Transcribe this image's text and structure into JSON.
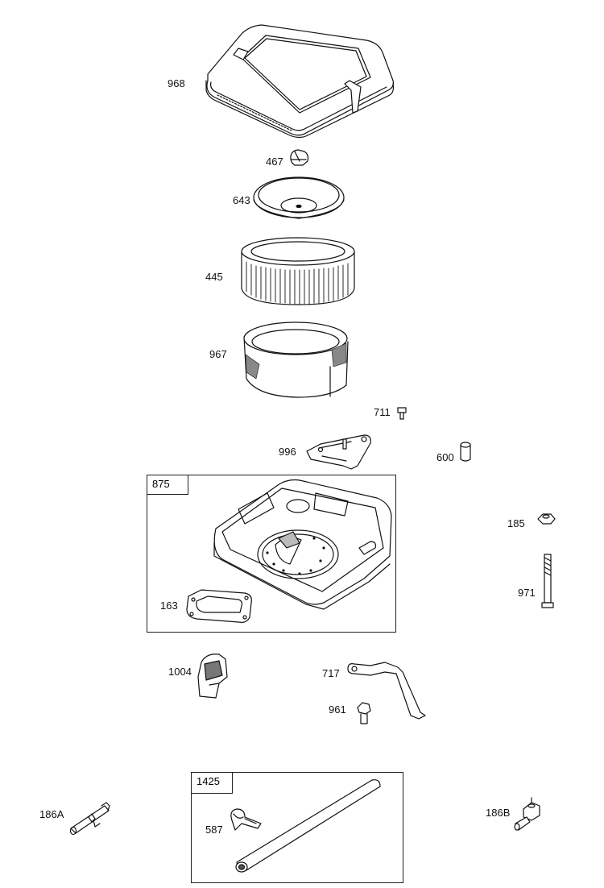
{
  "parts": {
    "p968": "968",
    "p467": "467",
    "p643": "643",
    "p445": "445",
    "p967": "967",
    "p711": "711",
    "p996": "996",
    "p600": "600",
    "p875": "875",
    "p185": "185",
    "p971": "971",
    "p163": "163",
    "p1004": "1004",
    "p717": "717",
    "p961": "961",
    "p1425": "1425",
    "p186A": "186A",
    "p587": "587",
    "p186B": "186B"
  }
}
